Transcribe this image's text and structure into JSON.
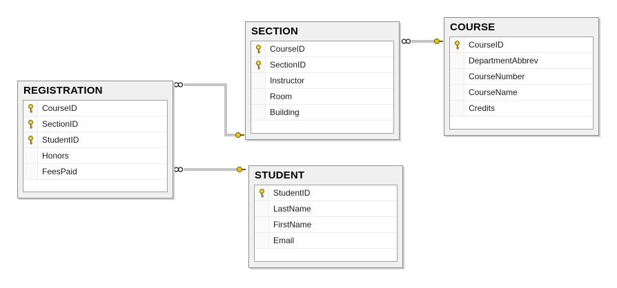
{
  "tables": [
    {
      "name": "REGISTRATION",
      "columns": [
        {
          "name": "CourseID",
          "key": true
        },
        {
          "name": "SectionID",
          "key": true
        },
        {
          "name": "StudentID",
          "key": true
        },
        {
          "name": "Honors",
          "key": false
        },
        {
          "name": "FeesPaid",
          "key": false
        }
      ]
    },
    {
      "name": "SECTION",
      "columns": [
        {
          "name": "CourseID",
          "key": true
        },
        {
          "name": "SectionID",
          "key": true
        },
        {
          "name": "Instructor",
          "key": false
        },
        {
          "name": "Room",
          "key": false
        },
        {
          "name": "Building",
          "key": false
        }
      ]
    },
    {
      "name": "COURSE",
      "columns": [
        {
          "name": "CourseID",
          "key": true
        },
        {
          "name": "DepartmentAbbrev",
          "key": false
        },
        {
          "name": "CourseNumber",
          "key": false
        },
        {
          "name": "CourseName",
          "key": false
        },
        {
          "name": "Credits",
          "key": false
        }
      ]
    },
    {
      "name": "STUDENT",
      "columns": [
        {
          "name": "StudentID",
          "key": true
        },
        {
          "name": "LastName",
          "key": false
        },
        {
          "name": "FirstName",
          "key": false
        },
        {
          "name": "Email",
          "key": false
        }
      ]
    }
  ],
  "relationships": [
    {
      "from": "REGISTRATION",
      "to": "SECTION",
      "many_end": "REGISTRATION",
      "one_end": "SECTION"
    },
    {
      "from": "SECTION",
      "to": "COURSE",
      "many_end": "SECTION",
      "one_end": "COURSE"
    },
    {
      "from": "REGISTRATION",
      "to": "STUDENT",
      "many_end": "REGISTRATION",
      "one_end": "STUDENT"
    }
  ],
  "colors": {
    "key_icon": "#e8c21a",
    "connector": "#808080"
  }
}
